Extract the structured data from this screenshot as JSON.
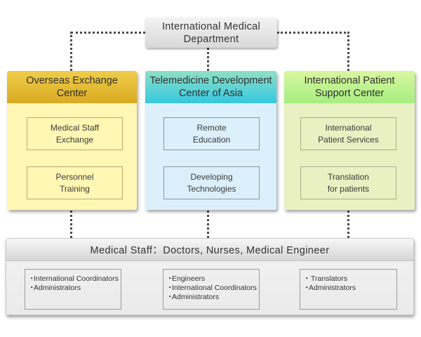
{
  "top": {
    "title_line1": "International Medical",
    "title_line2": "Department"
  },
  "columns": [
    {
      "title_line1": "Overseas Exchange",
      "title_line2": "Center",
      "color": "#e3bb33",
      "body_color": "#fff7b3",
      "items": [
        {
          "line1": "Medical Staff",
          "line2": "Exchange"
        },
        {
          "line1": "Personnel",
          "line2": "Training"
        }
      ]
    },
    {
      "title_line1": "Telemedicine Development",
      "title_line2": "Center of Asia",
      "color": "#5ad0d8",
      "body_color": "#dcf0fb",
      "items": [
        {
          "line1": "Remote",
          "line2": "Education"
        },
        {
          "line1": "Developing",
          "line2": "Technologies"
        }
      ]
    },
    {
      "title_line1": "International Patient",
      "title_line2": "Support Center",
      "color": "#b8f08c",
      "body_color": "#e9f1c2",
      "items": [
        {
          "line1": "International",
          "line2": "Patient Services"
        },
        {
          "line1": "Translation",
          "line2": "for patients"
        }
      ]
    }
  ],
  "staff": {
    "title": "Medical Staff：Doctors, Nurses, Medical Engineer",
    "bullet": "・",
    "groups": [
      {
        "items": [
          "International Coordinators",
          "Administrators"
        ]
      },
      {
        "items": [
          "Engineers",
          "International Coordinators",
          "Administrators"
        ]
      },
      {
        "items": [
          "Translators",
          "Administrators"
        ]
      }
    ]
  }
}
